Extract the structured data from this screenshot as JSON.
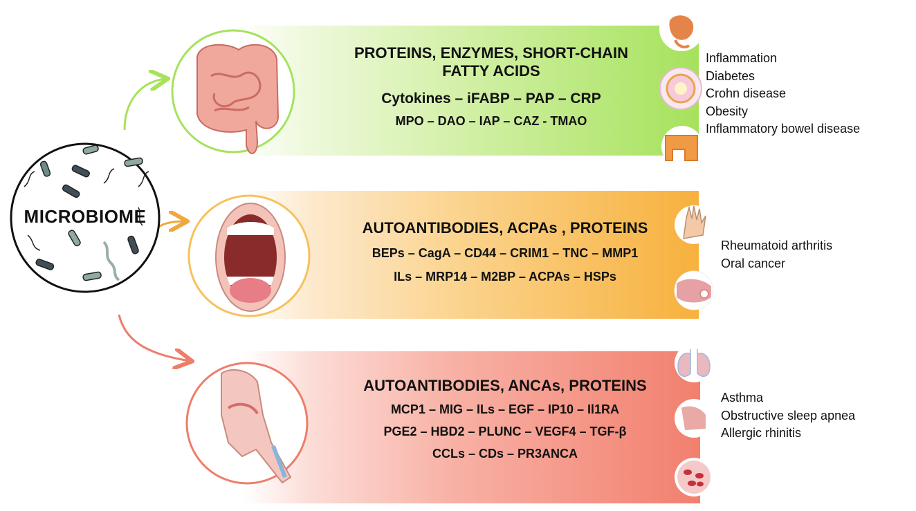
{
  "microbiome": {
    "label": "MICROBIOME"
  },
  "panels": [
    {
      "organ": "intestine",
      "title_lines": [
        "PROTEINS, ENZYMES, SHORT-CHAIN",
        "FATTY ACIDS"
      ],
      "marker_lines": [
        "Cytokines – iFABP – PAP – CRP",
        "MPO – DAO – IAP – CAZ - TMAO"
      ],
      "diseases": [
        "Inflammation",
        "Diabetes",
        "Crohn disease",
        "Obesity",
        "Inflammatory bowel disease"
      ],
      "icons": [
        "stomach-icon",
        "pancreas-icon",
        "colon-icon"
      ],
      "color": "#a6e25c"
    },
    {
      "organ": "oral cavity",
      "title_lines": [
        "AUTOANTIBODIES, ACPAs , PROTEINS"
      ],
      "marker_lines": [
        "BEPs – CagA – CD44 – CRIM1 – TNC – MMP1",
        "ILs – MRP14 – M2BP – ACPAs – HSPs"
      ],
      "diseases": [
        "Rheumatoid arthritis",
        "Oral cancer"
      ],
      "icons": [
        "hand-joint-icon",
        "oral-lesion-icon"
      ],
      "color": "#f7b13d"
    },
    {
      "organ": "nasal airway",
      "title_lines": [
        "AUTOANTIBODIES, ANCAs, PROTEINS"
      ],
      "marker_lines": [
        "MCP1 – MIG – ILs – EGF – IP10 – Il1RA",
        "PGE2 – HBD2 – PLUNC – VEGF4 – TGF-β",
        "CCLs – CDs – PR3ANCA"
      ],
      "diseases": [
        "Asthma",
        "Obstructive sleep apnea",
        "Allergic rhinitis"
      ],
      "icons": [
        "lungs-icon",
        "nasal-cavity-icon",
        "blood-cells-icon"
      ],
      "color": "#f27f6e"
    }
  ]
}
